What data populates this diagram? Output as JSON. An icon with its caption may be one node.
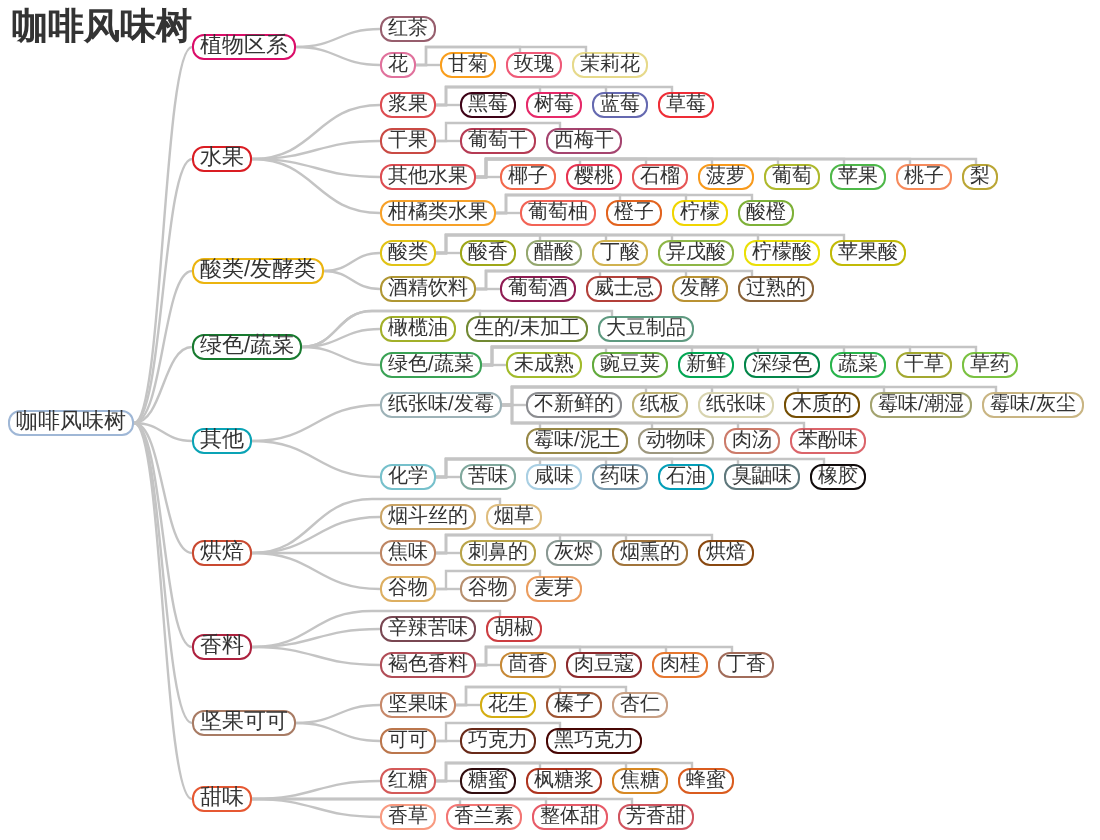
{
  "diagram": {
    "title": "咖啡风味树",
    "nodes": [
      {
        "text": [
          "咖啡风味树"
        ]
      },
      {
        "text": [
          "植物区系"
        ]
      },
      {
        "text": [
          "红茶"
        ]
      },
      {
        "text": [
          "花"
        ]
      },
      {
        "text": [
          "甘菊"
        ]
      },
      {
        "text": [
          "玫瑰"
        ]
      },
      {
        "text": [
          "茉莉花"
        ]
      },
      {
        "text": [
          "水果"
        ]
      },
      {
        "text": [
          "浆果"
        ]
      },
      {
        "text": [
          "黑莓"
        ]
      },
      {
        "text": [
          "树莓"
        ]
      },
      {
        "text": [
          "蓝莓"
        ]
      },
      {
        "text": [
          "草莓"
        ]
      },
      {
        "text": [
          "干果"
        ]
      },
      {
        "text": [
          "葡萄干"
        ]
      },
      {
        "text": [
          "西梅干"
        ]
      },
      {
        "text": [
          "其他水果"
        ]
      },
      {
        "text": [
          "椰子"
        ]
      },
      {
        "text": [
          "樱桃"
        ]
      },
      {
        "text": [
          "石榴"
        ]
      },
      {
        "text": [
          "菠萝"
        ]
      },
      {
        "text": [
          "葡萄"
        ]
      },
      {
        "text": [
          "苹果"
        ]
      },
      {
        "text": [
          "桃子"
        ]
      },
      {
        "text": [
          "梨"
        ]
      },
      {
        "text": [
          "柑橘类水果"
        ]
      },
      {
        "text": [
          "葡萄柚"
        ]
      },
      {
        "text": [
          "橙子"
        ]
      },
      {
        "text": [
          "柠檬"
        ]
      },
      {
        "text": [
          "酸橙"
        ]
      },
      {
        "text": [
          "酸类/发酵类"
        ]
      },
      {
        "text": [
          "酸类"
        ]
      },
      {
        "text": [
          "酸香"
        ]
      },
      {
        "text": [
          "醋酸"
        ]
      },
      {
        "text": [
          "丁酸"
        ]
      },
      {
        "text": [
          "异戊酸"
        ]
      },
      {
        "text": [
          "柠檬酸"
        ]
      },
      {
        "text": [
          "苹果酸"
        ]
      },
      {
        "text": [
          "酒精饮料"
        ]
      },
      {
        "text": [
          "葡萄酒"
        ]
      },
      {
        "text": [
          "威士忌"
        ]
      },
      {
        "text": [
          "发酵"
        ]
      },
      {
        "text": [
          "过熟的"
        ]
      },
      {
        "text": [
          "绿色/蔬菜"
        ]
      },
      {
        "text": [
          "橄榄油"
        ]
      },
      {
        "text": [
          "生的/未加工"
        ]
      },
      {
        "text": [
          "绿色/蔬菜"
        ]
      },
      {
        "text": [
          "未成熟"
        ]
      },
      {
        "text": [
          "豌豆荚"
        ]
      },
      {
        "text": [
          "新鲜"
        ]
      },
      {
        "text": [
          "深绿色"
        ]
      },
      {
        "text": [
          "蔬菜"
        ]
      },
      {
        "text": [
          "干草"
        ]
      },
      {
        "text": [
          "草药"
        ]
      },
      {
        "text": [
          "大豆制品"
        ]
      },
      {
        "text": [
          "其他"
        ]
      },
      {
        "text": [
          "纸张味/发霉"
        ]
      },
      {
        "text": [
          "不新鲜的"
        ]
      },
      {
        "text": [
          "纸板"
        ]
      },
      {
        "text": [
          "纸张味"
        ]
      },
      {
        "text": [
          "木质的"
        ]
      },
      {
        "text": [
          "霉味/潮湿"
        ]
      },
      {
        "text": [
          "霉味/灰尘"
        ]
      },
      {
        "text": [
          "霉味/泥土"
        ]
      },
      {
        "text": [
          "动物味"
        ]
      },
      {
        "text": [
          "肉汤"
        ]
      },
      {
        "text": [
          "苯酚味"
        ]
      },
      {
        "text": [
          "化学"
        ]
      },
      {
        "text": [
          "苦味"
        ]
      },
      {
        "text": [
          "咸味"
        ]
      },
      {
        "text": [
          "药味"
        ]
      },
      {
        "text": [
          "石油"
        ]
      },
      {
        "text": [
          "臭鼬味"
        ]
      },
      {
        "text": [
          "橡胶"
        ]
      },
      {
        "text": [
          "烘焙"
        ]
      },
      {
        "text": [
          "烟斗丝的"
        ]
      },
      {
        "text": [
          "烟草"
        ]
      },
      {
        "text": [
          "焦味"
        ]
      },
      {
        "text": [
          "刺鼻的"
        ]
      },
      {
        "text": [
          "灰烬"
        ]
      },
      {
        "text": [
          "烟熏的"
        ]
      },
      {
        "text": [
          "烘焙"
        ]
      },
      {
        "text": [
          "谷物"
        ]
      },
      {
        "text": [
          "谷物"
        ]
      },
      {
        "text": [
          "麦芽"
        ]
      },
      {
        "text": [
          "香料"
        ]
      },
      {
        "text": [
          "辛辣苦味"
        ]
      },
      {
        "text": [
          "胡椒"
        ]
      },
      {
        "text": [
          "褐色香料"
        ]
      },
      {
        "text": [
          "茴香"
        ]
      },
      {
        "text": [
          "肉豆蔻"
        ]
      },
      {
        "text": [
          "肉桂"
        ]
      },
      {
        "text": [
          "丁香"
        ]
      },
      {
        "text": [
          "坚果可可"
        ]
      },
      {
        "text": [
          "坚果味"
        ]
      },
      {
        "text": [
          "花生"
        ]
      },
      {
        "text": [
          "榛子"
        ]
      },
      {
        "text": [
          "杏仁"
        ]
      },
      {
        "text": [
          "可可"
        ]
      },
      {
        "text": [
          "巧克力"
        ]
      },
      {
        "text": [
          "黑巧克力"
        ]
      },
      {
        "text": [
          "甜味"
        ]
      },
      {
        "text": [
          "红糖"
        ]
      },
      {
        "text": [
          "糖蜜"
        ]
      },
      {
        "text": [
          "枫糖浆"
        ]
      },
      {
        "text": [
          "焦糖"
        ]
      },
      {
        "text": [
          "蜂蜜"
        ]
      },
      {
        "text": [
          "香草"
        ]
      },
      {
        "text": [
          "香兰素"
        ]
      },
      {
        "text": [
          "整体甜"
        ]
      },
      {
        "text": [
          "芳香甜"
        ]
      }
    ],
    "edges": [
      {
        "from": 0,
        "to": 1,
        "arrow": "none"
      },
      {
        "from": 1,
        "to": 2,
        "arrow": "none"
      },
      {
        "from": 1,
        "to": 3,
        "arrow": "none"
      },
      {
        "from": 3,
        "to": 4,
        "arrow": "none"
      },
      {
        "from": 3,
        "to": 5,
        "arrow": "none"
      },
      {
        "from": 3,
        "to": 6,
        "arrow": "none"
      },
      {
        "from": 0,
        "to": 7,
        "arrow": "none"
      },
      {
        "from": 7,
        "to": 8,
        "arrow": "none"
      },
      {
        "from": 8,
        "to": 9,
        "arrow": "none"
      },
      {
        "from": 8,
        "to": 10,
        "arrow": "none"
      },
      {
        "from": 8,
        "to": 11,
        "arrow": "none"
      },
      {
        "from": 8,
        "to": 12,
        "arrow": "none"
      },
      {
        "from": 7,
        "to": 13,
        "arrow": "none"
      },
      {
        "from": 13,
        "to": 14,
        "arrow": "none"
      },
      {
        "from": 13,
        "to": 15,
        "arrow": "none"
      },
      {
        "from": 7,
        "to": 16,
        "arrow": "none"
      },
      {
        "from": 16,
        "to": 17,
        "arrow": "none"
      },
      {
        "from": 16,
        "to": 18,
        "arrow": "none"
      },
      {
        "from": 16,
        "to": 19,
        "arrow": "none"
      },
      {
        "from": 16,
        "to": 20,
        "arrow": "none"
      },
      {
        "from": 16,
        "to": 21,
        "arrow": "none"
      },
      {
        "from": 16,
        "to": 22,
        "arrow": "none"
      },
      {
        "from": 16,
        "to": 23,
        "arrow": "none"
      },
      {
        "from": 16,
        "to": 24,
        "arrow": "none"
      },
      {
        "from": 7,
        "to": 25,
        "arrow": "none"
      },
      {
        "from": 25,
        "to": 26,
        "arrow": "none"
      },
      {
        "from": 25,
        "to": 27,
        "arrow": "none"
      },
      {
        "from": 25,
        "to": 28,
        "arrow": "none"
      },
      {
        "from": 25,
        "to": 29,
        "arrow": "none"
      },
      {
        "from": 0,
        "to": 30,
        "arrow": "none"
      },
      {
        "from": 30,
        "to": 31,
        "arrow": "none"
      },
      {
        "from": 31,
        "to": 32,
        "arrow": "none"
      },
      {
        "from": 31,
        "to": 33,
        "arrow": "none"
      },
      {
        "from": 31,
        "to": 34,
        "arrow": "none"
      },
      {
        "from": 31,
        "to": 35,
        "arrow": "none"
      },
      {
        "from": 31,
        "to": 36,
        "arrow": "none"
      },
      {
        "from": 31,
        "to": 37,
        "arrow": "none"
      },
      {
        "from": 30,
        "to": 38,
        "arrow": "none"
      },
      {
        "from": 38,
        "to": 39,
        "arrow": "none"
      },
      {
        "from": 38,
        "to": 40,
        "arrow": "none"
      },
      {
        "from": 38,
        "to": 41,
        "arrow": "none"
      },
      {
        "from": 38,
        "to": 42,
        "arrow": "none"
      },
      {
        "from": 0,
        "to": 43,
        "arrow": "none"
      },
      {
        "from": 43,
        "to": 44,
        "arrow": "none"
      },
      {
        "from": 43,
        "to": 45,
        "arrow": "none"
      },
      {
        "from": 43,
        "to": 46,
        "arrow": "none"
      },
      {
        "from": 46,
        "to": 47,
        "arrow": "none"
      },
      {
        "from": 46,
        "to": 48,
        "arrow": "none"
      },
      {
        "from": 46,
        "to": 49,
        "arrow": "none"
      },
      {
        "from": 46,
        "to": 50,
        "arrow": "none"
      },
      {
        "from": 46,
        "to": 51,
        "arrow": "none"
      },
      {
        "from": 46,
        "to": 52,
        "arrow": "none"
      },
      {
        "from": 46,
        "to": 53,
        "arrow": "none"
      },
      {
        "from": 43,
        "to": 54,
        "arrow": "none"
      },
      {
        "from": 0,
        "to": 55,
        "arrow": "none"
      },
      {
        "from": 55,
        "to": 56,
        "arrow": "none"
      },
      {
        "from": 56,
        "to": 57,
        "arrow": "none"
      },
      {
        "from": 56,
        "to": 58,
        "arrow": "none"
      },
      {
        "from": 56,
        "to": 59,
        "arrow": "none"
      },
      {
        "from": 56,
        "to": 60,
        "arrow": "none"
      },
      {
        "from": 56,
        "to": 61,
        "arrow": "none"
      },
      {
        "from": 56,
        "to": 62,
        "arrow": "none"
      },
      {
        "from": 56,
        "to": 63,
        "arrow": "none"
      },
      {
        "from": 56,
        "to": 64,
        "arrow": "none"
      },
      {
        "from": 56,
        "to": 65,
        "arrow": "none"
      },
      {
        "from": 56,
        "to": 66,
        "arrow": "none"
      },
      {
        "from": 55,
        "to": 67,
        "arrow": "none"
      },
      {
        "from": 67,
        "to": 68,
        "arrow": "none"
      },
      {
        "from": 67,
        "to": 69,
        "arrow": "none"
      },
      {
        "from": 67,
        "to": 70,
        "arrow": "none"
      },
      {
        "from": 67,
        "to": 71,
        "arrow": "none"
      },
      {
        "from": 67,
        "to": 72,
        "arrow": "none"
      },
      {
        "from": 67,
        "to": 73,
        "arrow": "none"
      },
      {
        "from": 0,
        "to": 74,
        "arrow": "none"
      },
      {
        "from": 74,
        "to": 75,
        "arrow": "none"
      },
      {
        "from": 74,
        "to": 76,
        "arrow": "none"
      },
      {
        "from": 74,
        "to": 77,
        "arrow": "none"
      },
      {
        "from": 77,
        "to": 78,
        "arrow": "none"
      },
      {
        "from": 77,
        "to": 79,
        "arrow": "none"
      },
      {
        "from": 77,
        "to": 80,
        "arrow": "none"
      },
      {
        "from": 77,
        "to": 81,
        "arrow": "none"
      },
      {
        "from": 74,
        "to": 82,
        "arrow": "none"
      },
      {
        "from": 82,
        "to": 83,
        "arrow": "none"
      },
      {
        "from": 82,
        "to": 84,
        "arrow": "none"
      },
      {
        "from": 0,
        "to": 85,
        "arrow": "none"
      },
      {
        "from": 85,
        "to": 86,
        "arrow": "none"
      },
      {
        "from": 85,
        "to": 87,
        "arrow": "none"
      },
      {
        "from": 85,
        "to": 88,
        "arrow": "none"
      },
      {
        "from": 88,
        "to": 89,
        "arrow": "none"
      },
      {
        "from": 88,
        "to": 90,
        "arrow": "none"
      },
      {
        "from": 88,
        "to": 91,
        "arrow": "none"
      },
      {
        "from": 88,
        "to": 92,
        "arrow": "none"
      },
      {
        "from": 0,
        "to": 93,
        "arrow": "none"
      },
      {
        "from": 93,
        "to": 94,
        "arrow": "none"
      },
      {
        "from": 94,
        "to": 95,
        "arrow": "none"
      },
      {
        "from": 94,
        "to": 96,
        "arrow": "none"
      },
      {
        "from": 94,
        "to": 97,
        "arrow": "none"
      },
      {
        "from": 93,
        "to": 98,
        "arrow": "none"
      },
      {
        "from": 98,
        "to": 99,
        "arrow": "none"
      },
      {
        "from": 98,
        "to": 100,
        "arrow": "none"
      },
      {
        "from": 0,
        "to": 101,
        "arrow": "none"
      },
      {
        "from": 101,
        "to": 102,
        "arrow": "none"
      },
      {
        "from": 102,
        "to": 103,
        "arrow": "none"
      },
      {
        "from": 102,
        "to": 104,
        "arrow": "none"
      },
      {
        "from": 102,
        "to": 105,
        "arrow": "none"
      },
      {
        "from": 102,
        "to": 106,
        "arrow": "none"
      },
      {
        "from": 101,
        "to": 107,
        "arrow": "none"
      },
      {
        "from": 101,
        "to": 108,
        "arrow": "none"
      },
      {
        "from": 101,
        "to": 109,
        "arrow": "none"
      },
      {
        "from": 101,
        "to": 110,
        "arrow": "none"
      }
    ]
  }
}
